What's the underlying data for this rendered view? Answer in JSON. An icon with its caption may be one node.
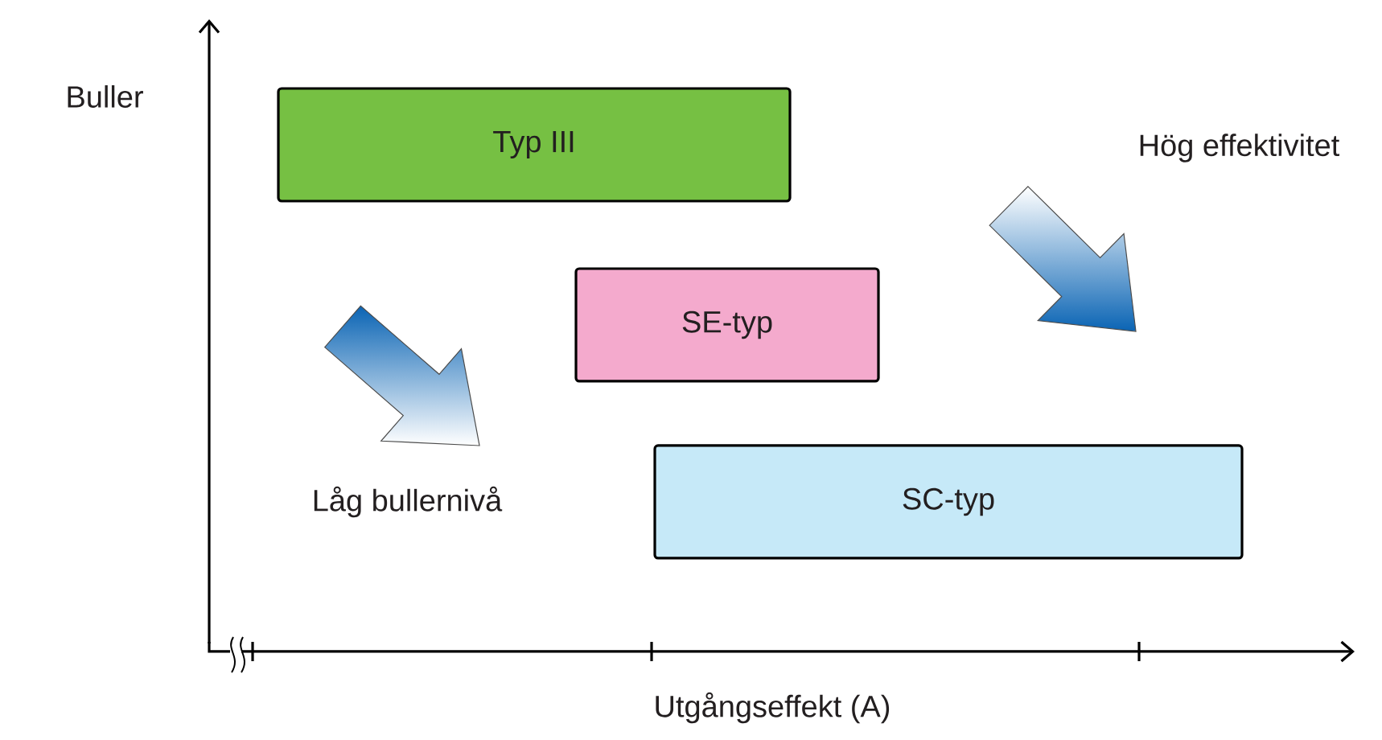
{
  "diagram": {
    "nodes": [
      {
        "text": [
          "Typ III"
        ]
      },
      {
        "text": [
          "SE-typ"
        ]
      },
      {
        "text": [
          "SC-typ"
        ]
      }
    ],
    "edges": [],
    "labels": [
      "Buller",
      "Hög effektivitet",
      "Låg bullernivå",
      "Utgångseffekt (A)"
    ]
  }
}
